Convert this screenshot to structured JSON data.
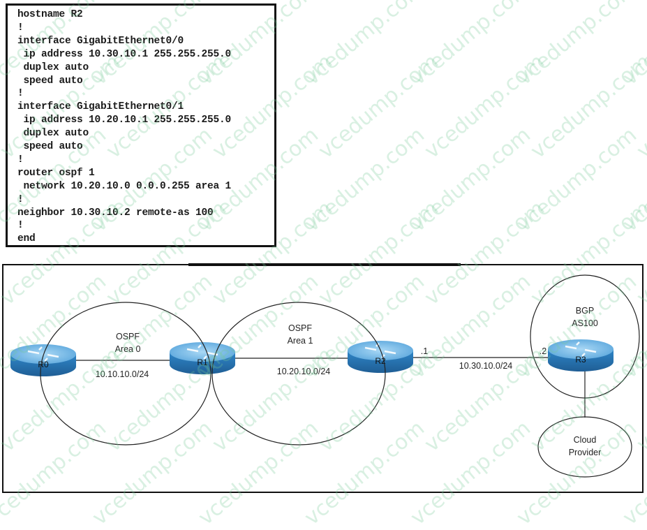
{
  "config": {
    "lines": [
      "hostname R2",
      "!",
      "interface GigabitEthernet0/0",
      " ip address 10.30.10.1 255.255.255.0",
      " duplex auto",
      " speed auto",
      "!",
      "interface GigabitEthernet0/1",
      " ip address 10.20.10.1 255.255.255.0",
      " duplex auto",
      " speed auto",
      "!",
      "router ospf 1",
      " network 10.20.10.0 0.0.0.255 area 1",
      "!",
      "neighbor 10.30.10.2 remote-as 100",
      "!",
      "end"
    ]
  },
  "topology": {
    "routers": {
      "r0": "R0",
      "r1": "R1",
      "r2": "R2",
      "r3": "R3"
    },
    "area0": {
      "title": "OSPF",
      "name": "Area 0",
      "subnet": "10.10.10.0/24"
    },
    "area1": {
      "title": "OSPF",
      "name": "Area 1",
      "subnet": "10.20.10.0/24"
    },
    "bgp": {
      "title": "BGP",
      "as": "AS100"
    },
    "wan": {
      "subnet": "10.30.10.0/24",
      "r2_host": ".1",
      "r3_host": ".2"
    },
    "cloud": {
      "line1": "Cloud",
      "line2": "Provider"
    }
  },
  "watermark": "vcedump.com",
  "colors": {
    "router": "#3a8fd0",
    "router_top": "#7fc0ec",
    "line": "#222222"
  }
}
